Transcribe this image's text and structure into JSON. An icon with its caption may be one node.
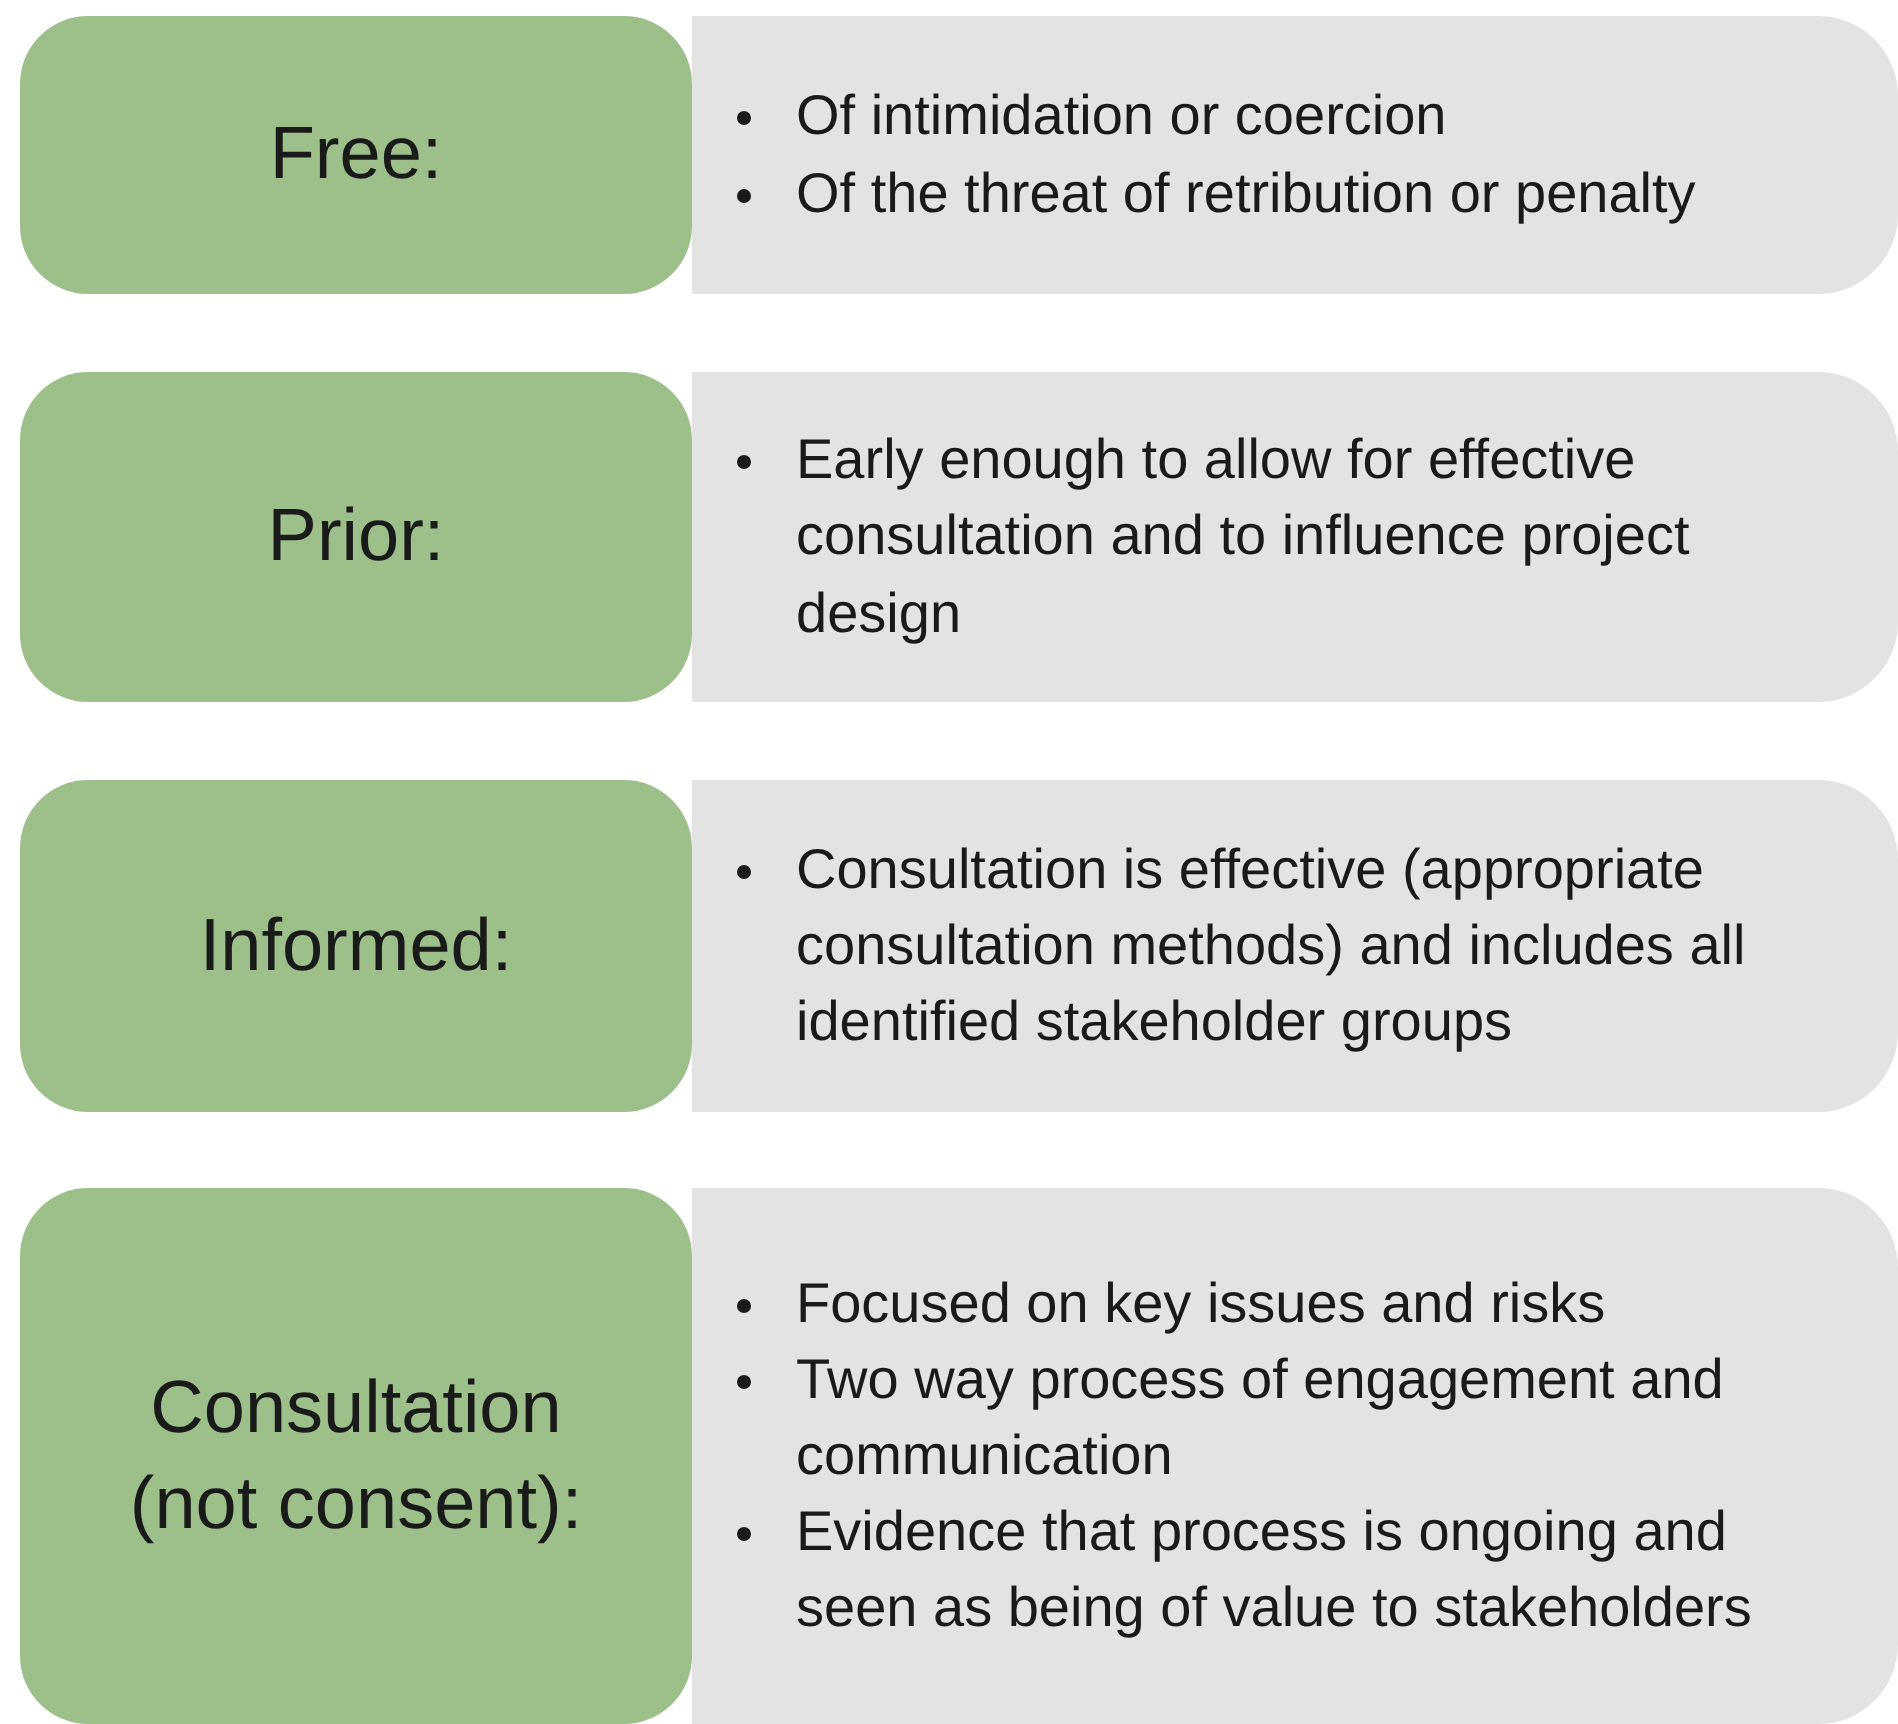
{
  "diagram": {
    "nodes": [
      {
        "text": [
          "Free:"
        ]
      },
      {
        "text": [
          "Of intimidation or coercion",
          "Of the threat of retribution or penalty"
        ]
      },
      {
        "text": [
          "Prior:"
        ]
      },
      {
        "text": [
          "Early enough to allow for effective consultation and to influence project design"
        ]
      },
      {
        "text": [
          "Informed:"
        ]
      },
      {
        "text": [
          "Consultation is effective (appropriate consultation methods) and includes all identified stakeholder groups"
        ]
      },
      {
        "text": [
          "Consultation (not consent):"
        ]
      },
      {
        "text": [
          "Focused on key issues and risks",
          "Two way process of engagement and communication",
          "Evidence that process is ongoing and seen as being of value to stakeholders"
        ]
      }
    ]
  }
}
